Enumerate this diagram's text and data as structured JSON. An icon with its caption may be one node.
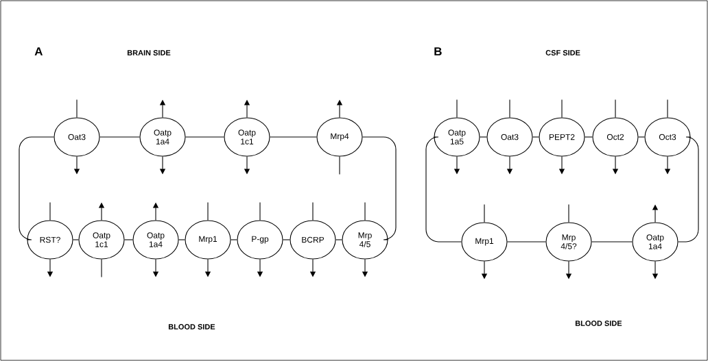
{
  "diagram": {
    "nodes": [
      {
        "text": [
          "Oat3"
        ]
      },
      {
        "text": [
          "Oatp 1a4"
        ]
      },
      {
        "text": [
          "Oatp 1c1"
        ]
      },
      {
        "text": [
          "Mrp4"
        ]
      },
      {
        "text": [
          "RST?"
        ]
      },
      {
        "text": [
          "Oatp 1c1"
        ]
      },
      {
        "text": [
          "Oatp 1a4"
        ]
      },
      {
        "text": [
          "Mrp1"
        ]
      },
      {
        "text": [
          "P-gp"
        ]
      },
      {
        "text": [
          "BCRP"
        ]
      },
      {
        "text": [
          "Mrp 4/5"
        ]
      },
      {
        "text": [
          "Oatp 1a5"
        ]
      },
      {
        "text": [
          "Oat3"
        ]
      },
      {
        "text": [
          "PEPT2"
        ]
      },
      {
        "text": [
          "Oct2"
        ]
      },
      {
        "text": [
          "Oct3"
        ]
      },
      {
        "text": [
          "Mrp1"
        ]
      },
      {
        "text": [
          "Mrp 4/5?"
        ]
      },
      {
        "text": [
          "Oatp 1a4"
        ]
      }
    ],
    "edges": [
      {
        "from": null,
        "to": 0,
        "arrow": "none"
      },
      {
        "from": 0,
        "to": null,
        "arrow": "to"
      },
      {
        "from": 1,
        "to": null,
        "arrow": "to"
      },
      {
        "from": 1,
        "to": null,
        "arrow": "to"
      },
      {
        "from": 2,
        "to": null,
        "arrow": "to"
      },
      {
        "from": 2,
        "to": null,
        "arrow": "to"
      },
      {
        "from": 3,
        "to": null,
        "arrow": "to"
      },
      {
        "from": null,
        "to": 3,
        "arrow": "none"
      },
      {
        "from": null,
        "to": 4,
        "arrow": "none"
      },
      {
        "from": 4,
        "to": null,
        "arrow": "to"
      },
      {
        "from": 5,
        "to": null,
        "arrow": "to"
      },
      {
        "from": null,
        "to": 5,
        "arrow": "none"
      },
      {
        "from": 6,
        "to": null,
        "arrow": "to"
      },
      {
        "from": 6,
        "to": null,
        "arrow": "to"
      },
      {
        "from": null,
        "to": 7,
        "arrow": "none"
      },
      {
        "from": 7,
        "to": null,
        "arrow": "to"
      },
      {
        "from": null,
        "to": 8,
        "arrow": "none"
      },
      {
        "from": 8,
        "to": null,
        "arrow": "to"
      },
      {
        "from": null,
        "to": 9,
        "arrow": "none"
      },
      {
        "from": 9,
        "to": null,
        "arrow": "to"
      },
      {
        "from": null,
        "to": 10,
        "arrow": "none"
      },
      {
        "from": 10,
        "to": null,
        "arrow": "to"
      },
      {
        "from": null,
        "to": 11,
        "arrow": "none"
      },
      {
        "from": 11,
        "to": null,
        "arrow": "to"
      },
      {
        "from": null,
        "to": 12,
        "arrow": "none"
      },
      {
        "from": 12,
        "to": null,
        "arrow": "to"
      },
      {
        "from": null,
        "to": 13,
        "arrow": "none"
      },
      {
        "from": 13,
        "to": null,
        "arrow": "to"
      },
      {
        "from": null,
        "to": 14,
        "arrow": "none"
      },
      {
        "from": 14,
        "to": null,
        "arrow": "to"
      },
      {
        "from": null,
        "to": 15,
        "arrow": "none"
      },
      {
        "from": 15,
        "to": null,
        "arrow": "to"
      },
      {
        "from": null,
        "to": 16,
        "arrow": "none"
      },
      {
        "from": 16,
        "to": null,
        "arrow": "to"
      },
      {
        "from": null,
        "to": 17,
        "arrow": "none"
      },
      {
        "from": 17,
        "to": null,
        "arrow": "to"
      },
      {
        "from": 18,
        "to": null,
        "arrow": "to"
      },
      {
        "from": 18,
        "to": null,
        "arrow": "to"
      },
      {
        "from": 0,
        "to": 1,
        "arrow": "none"
      },
      {
        "from": 1,
        "to": 2,
        "arrow": "none"
      },
      {
        "from": 2,
        "to": 3,
        "arrow": "none"
      },
      {
        "from": 4,
        "to": 5,
        "arrow": "none"
      },
      {
        "from": 5,
        "to": 6,
        "arrow": "none"
      },
      {
        "from": 6,
        "to": 7,
        "arrow": "none"
      },
      {
        "from": 7,
        "to": 8,
        "arrow": "none"
      },
      {
        "from": 8,
        "to": 9,
        "arrow": "none"
      },
      {
        "from": 9,
        "to": 10,
        "arrow": "none"
      },
      {
        "from": 0,
        "to": 4,
        "arrow": "none"
      },
      {
        "from": 3,
        "to": 10,
        "arrow": "none"
      },
      {
        "from": 11,
        "to": 12,
        "arrow": "none"
      },
      {
        "from": 12,
        "to": 13,
        "arrow": "none"
      },
      {
        "from": 13,
        "to": 14,
        "arrow": "none"
      },
      {
        "from": 14,
        "to": 15,
        "arrow": "none"
      },
      {
        "from": 16,
        "to": 17,
        "arrow": "none"
      },
      {
        "from": 17,
        "to": 18,
        "arrow": "none"
      },
      {
        "from": 11,
        "to": 16,
        "arrow": "none"
      },
      {
        "from": 15,
        "to": 18,
        "arrow": "none"
      }
    ],
    "labels": [
      "A",
      "BRAIN SIDE",
      "B",
      "CSF SIDE",
      "BLOOD SIDE",
      "BLOOD SIDE"
    ]
  }
}
